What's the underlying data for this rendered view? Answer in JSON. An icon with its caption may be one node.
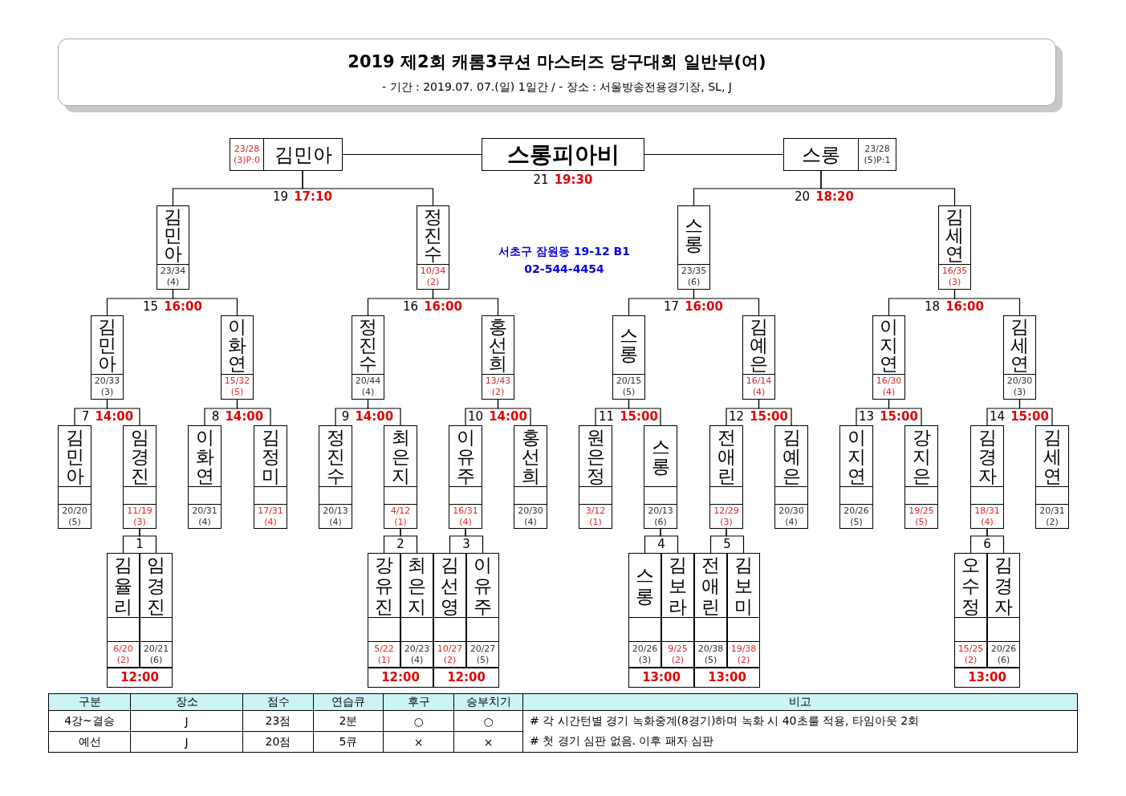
{
  "diagram": {
    "title": "2019 제2회 캐롬3쿠션 마스터즈 당구대회 일반부(여)",
    "nodes": [
      {
        "text": [
          "23/28 (3)P:0",
          "김민아"
        ]
      },
      {
        "text": [
          "스롱피아비"
        ],
        "beside": [
          "21",
          "19:30"
        ]
      },
      {
        "text": [
          "스롱",
          "23/28 (5)P:1"
        ]
      },
      {
        "text": [
          "김민아",
          "23/34 (4)"
        ]
      },
      {
        "text": [
          "정진수",
          "10/34 (2)"
        ]
      },
      {
        "text": [
          "스롱",
          "23/35 (6)"
        ]
      },
      {
        "text": [
          "김세연",
          "16/35 (3)"
        ]
      },
      {
        "text": [
          "김민아",
          "20/33 (3)"
        ]
      },
      {
        "text": [
          "이화연",
          "15/32 (5)"
        ]
      },
      {
        "text": [
          "정진수",
          "20/44 (4)"
        ]
      },
      {
        "text": [
          "홍선희",
          "13/43 (2)"
        ]
      },
      {
        "text": [
          "스롱",
          "20/15 (5)"
        ]
      },
      {
        "text": [
          "김예은",
          "16/14 (4)"
        ]
      },
      {
        "text": [
          "이지연",
          "16/30 (4)"
        ]
      },
      {
        "text": [
          "김세연",
          "20/30 (3)"
        ]
      },
      {
        "text": [
          "김민아",
          "20/20 (5)"
        ]
      },
      {
        "text": [
          "임경진",
          "11/19 (3)"
        ]
      },
      {
        "text": [
          "이화연",
          "20/31 (4)"
        ]
      },
      {
        "text": [
          "김정미",
          "17/31 (4)"
        ]
      },
      {
        "text": [
          "정진수",
          "20/13 (4)"
        ]
      },
      {
        "text": [
          "최은지",
          "4/12 (1)"
        ]
      },
      {
        "text": [
          "이유주",
          "16/31 (4)"
        ]
      },
      {
        "text": [
          "홍선희",
          "20/30 (4)"
        ]
      },
      {
        "text": [
          "원은정",
          "3/12 (1)"
        ]
      },
      {
        "text": [
          "스롱",
          "20/13 (6)"
        ]
      },
      {
        "text": [
          "전애린",
          "12/29 (3)"
        ]
      },
      {
        "text": [
          "김예은",
          "20/30 (4)"
        ]
      },
      {
        "text": [
          "이지연",
          "20/26 (5)"
        ]
      },
      {
        "text": [
          "강지은",
          "19/25 (5)"
        ]
      },
      {
        "text": [
          "김경자",
          "18/31 (4)"
        ]
      },
      {
        "text": [
          "김세연",
          "20/31 (2)"
        ]
      },
      {
        "text": [
          "김율리",
          "6/20 (2)"
        ]
      },
      {
        "text": [
          "임경진",
          "20/21 (6)"
        ]
      },
      {
        "text": [
          "강유진",
          "5/22 (1)"
        ]
      },
      {
        "text": [
          "최은지",
          "20/23 (4)"
        ]
      },
      {
        "text": [
          "김선영",
          "10/27 (2)"
        ]
      },
      {
        "text": [
          "이유주",
          "20/27 (5)"
        ]
      },
      {
        "text": [
          "스롱",
          "20/26 (3)"
        ]
      },
      {
        "text": [
          "김보라",
          "9/25 (2)"
        ]
      },
      {
        "text": [
          "전애린",
          "20/38 (5)"
        ]
      },
      {
        "text": [
          "김보미",
          "19/38 (2)"
        ]
      },
      {
        "text": [
          "오수정",
          "15/25 (2)"
        ]
      },
      {
        "text": [
          "김경자",
          "20/26 (6)"
        ]
      }
    ],
    "edges": [
      {
        "from": 0,
        "to": 1,
        "arrow": "none"
      },
      {
        "from": 2,
        "to": 1,
        "arrow": "none"
      },
      {
        "from": 3,
        "to": 0,
        "arrow": "none"
      },
      {
        "from": 4,
        "to": 0,
        "arrow": "none"
      },
      {
        "from": 5,
        "to": 2,
        "arrow": "none"
      },
      {
        "from": 6,
        "to": 2,
        "arrow": "none"
      },
      {
        "from": 7,
        "to": 3,
        "arrow": "none"
      },
      {
        "from": 8,
        "to": 3,
        "arrow": "none"
      },
      {
        "from": 9,
        "to": 4,
        "arrow": "none"
      },
      {
        "from": 10,
        "to": 4,
        "arrow": "none"
      },
      {
        "from": 11,
        "to": 5,
        "arrow": "none"
      },
      {
        "from": 12,
        "to": 5,
        "arrow": "none"
      },
      {
        "from": 13,
        "to": 6,
        "arrow": "none"
      },
      {
        "from": 14,
        "to": 6,
        "arrow": "none"
      },
      {
        "from": 15,
        "to": 7,
        "arrow": "none"
      },
      {
        "from": 16,
        "to": 7,
        "arrow": "none"
      },
      {
        "from": 17,
        "to": 8,
        "arrow": "none"
      },
      {
        "from": 18,
        "to": 8,
        "arrow": "none"
      },
      {
        "from": 19,
        "to": 9,
        "arrow": "none"
      },
      {
        "from": 20,
        "to": 9,
        "arrow": "none"
      },
      {
        "from": 21,
        "to": 10,
        "arrow": "none"
      },
      {
        "from": 22,
        "to": 10,
        "arrow": "none"
      },
      {
        "from": 23,
        "to": 11,
        "arrow": "none"
      },
      {
        "from": 24,
        "to": 11,
        "arrow": "none"
      },
      {
        "from": 25,
        "to": 12,
        "arrow": "none"
      },
      {
        "from": 26,
        "to": 12,
        "arrow": "none"
      },
      {
        "from": 27,
        "to": 13,
        "arrow": "none"
      },
      {
        "from": 28,
        "to": 13,
        "arrow": "none"
      },
      {
        "from": 29,
        "to": 14,
        "arrow": "none"
      },
      {
        "from": 30,
        "to": 14,
        "arrow": "none"
      },
      {
        "from": 31,
        "to": 16,
        "arrow": "none"
      },
      {
        "from": 32,
        "to": 16,
        "arrow": "none"
      },
      {
        "from": 33,
        "to": 20,
        "arrow": "none"
      },
      {
        "from": 34,
        "to": 20,
        "arrow": "none"
      },
      {
        "from": 35,
        "to": 21,
        "arrow": "none"
      },
      {
        "from": 36,
        "to": 21,
        "arrow": "none"
      },
      {
        "from": 37,
        "to": 24,
        "arrow": "none"
      },
      {
        "from": 38,
        "to": 24,
        "arrow": "none"
      },
      {
        "from": 39,
        "to": 25,
        "arrow": "none"
      },
      {
        "from": 40,
        "to": 25,
        "arrow": "none"
      },
      {
        "from": 41,
        "to": 29,
        "arrow": "none"
      },
      {
        "from": 42,
        "to": 29,
        "arrow": "none"
      }
    ],
    "labels": [
      "- 기간 : 2019.07. 07.(일) 1일간 / - 장소 : 서울방송전용경기장, SL, J",
      "19",
      "17:10",
      "20",
      "18:20",
      "서초구 잠원동 19-12 B1",
      "02-544-4454",
      "15",
      "16:00",
      "16",
      "16:00",
      "17",
      "16:00",
      "18",
      "16:00",
      "7",
      "14:00",
      "8",
      "14:00",
      "9",
      "14:00",
      "10",
      "14:00",
      "11",
      "15:00",
      "12",
      "15:00",
      "13",
      "15:00",
      "14",
      "15:00",
      "1",
      "2",
      "3",
      "4",
      "5",
      "6",
      "12:00",
      "12:00",
      "12:00",
      "13:00",
      "13:00",
      "13:00",
      "구분",
      "장소",
      "점수",
      "연습큐",
      "후구",
      "승부치기",
      "비고",
      "4강~결승",
      "J",
      "23점",
      "2분",
      "○",
      "○",
      "# 각 시간턴별 경기 녹화중계(8경기)하며 녹화 시 40초룰 적용, 타임아웃 2회",
      "예선",
      "J",
      "20점",
      "5큐",
      "×",
      "×",
      "# 첫 경기 심판 없음. 이후 패자 심판"
    ]
  }
}
